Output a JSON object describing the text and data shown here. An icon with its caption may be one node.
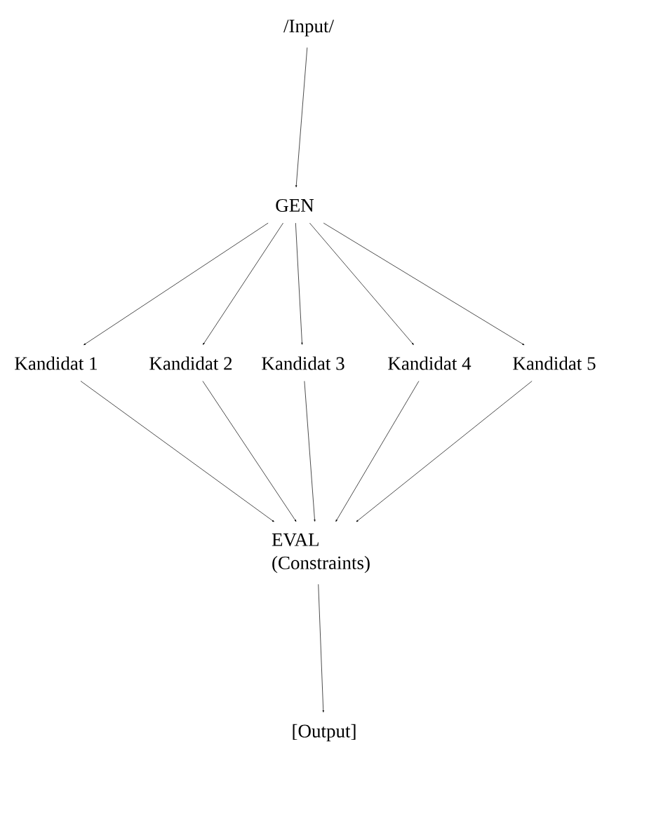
{
  "diagram": {
    "nodes": [
      {
        "text": [
          "/Input/"
        ]
      },
      {
        "text": [
          "GEN"
        ]
      },
      {
        "text": [
          "Kandidat 1"
        ]
      },
      {
        "text": [
          "Kandidat 2"
        ]
      },
      {
        "text": [
          "Kandidat 3"
        ]
      },
      {
        "text": [
          "Kandidat 4"
        ]
      },
      {
        "text": [
          "Kandidat 5"
        ]
      },
      {
        "text": [
          "EVAL (Constraints)"
        ]
      },
      {
        "text": [
          "[Output]"
        ]
      }
    ],
    "edges": [
      {
        "from": 0,
        "to": 1,
        "arrow": "to"
      },
      {
        "from": 1,
        "to": 2,
        "arrow": "to"
      },
      {
        "from": 1,
        "to": 3,
        "arrow": "to"
      },
      {
        "from": 1,
        "to": 4,
        "arrow": "to"
      },
      {
        "from": 1,
        "to": 5,
        "arrow": "to"
      },
      {
        "from": 1,
        "to": 6,
        "arrow": "to"
      },
      {
        "from": 2,
        "to": 7,
        "arrow": "to"
      },
      {
        "from": 3,
        "to": 7,
        "arrow": "to"
      },
      {
        "from": 4,
        "to": 7,
        "arrow": "to"
      },
      {
        "from": 5,
        "to": 7,
        "arrow": "to"
      },
      {
        "from": 6,
        "to": 7,
        "arrow": "to"
      },
      {
        "from": 7,
        "to": 8,
        "arrow": "to"
      }
    ]
  }
}
